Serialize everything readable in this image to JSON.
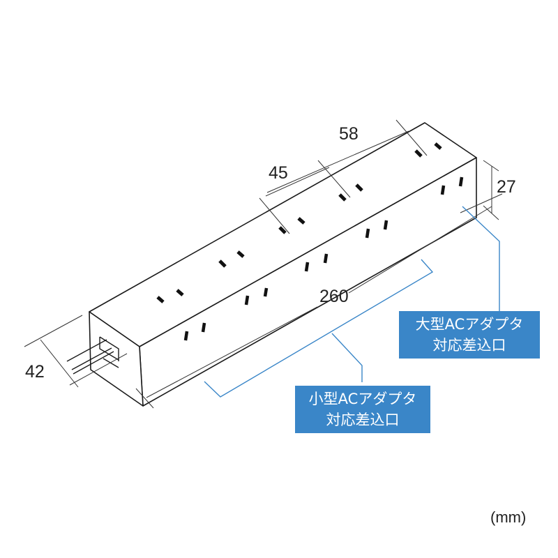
{
  "diagram": {
    "product": "power strip (8 outlets) dimension drawing",
    "dimensions": {
      "length": "260",
      "width": "42",
      "height": "27",
      "outlet_pitch_small": "45",
      "outlet_pitch_large": "58"
    },
    "unit": "(mm)",
    "callouts": {
      "large_adapter": {
        "line1": "大型ACアダプタ",
        "line2": "対応差込口"
      },
      "small_adapter": {
        "line1": "小型ACアダプタ",
        "line2": "対応差込口"
      }
    },
    "colors": {
      "callout_fill": "#3a86c8",
      "callout_text": "#ffffff",
      "leader_line": "#3a86c8",
      "outline": "#1a1a1a",
      "dimension_line": "#333333"
    }
  }
}
